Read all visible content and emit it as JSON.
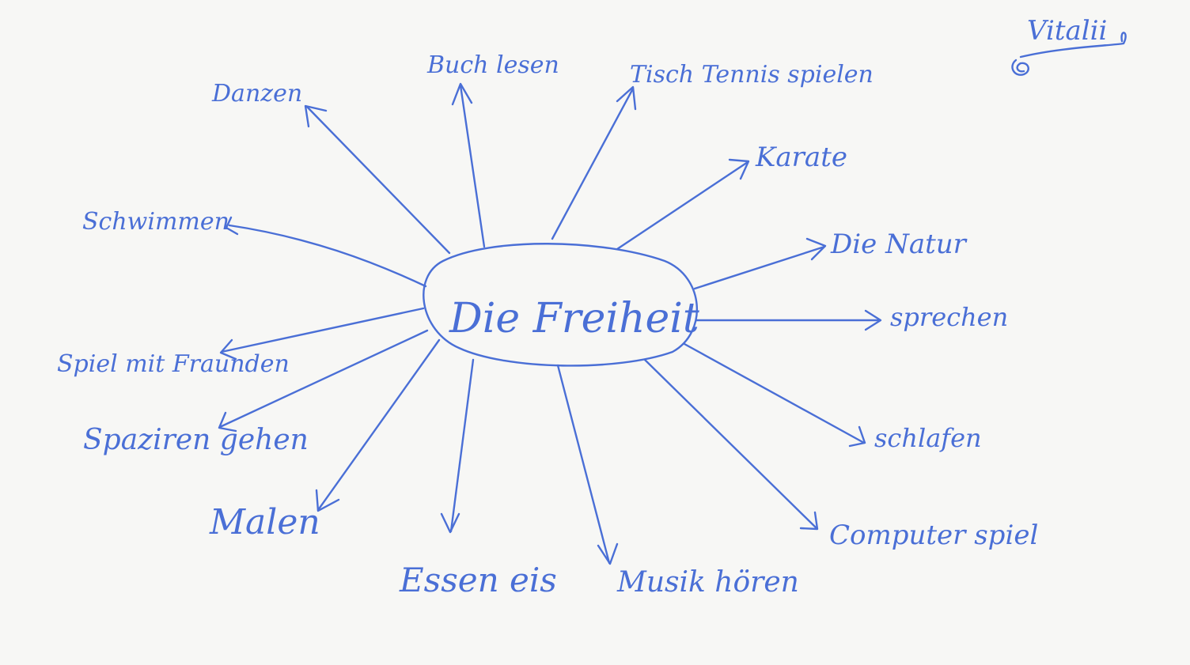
{
  "diagram": {
    "center_label": "Die Freiheit",
    "signature": "Vitalii",
    "ink_color": "#4a6fd6",
    "paper_color": "#f7f7f5",
    "branches": [
      {
        "id": "danzen",
        "label": "Danzen"
      },
      {
        "id": "buch-lesen",
        "label": "Buch lesen"
      },
      {
        "id": "tisch-tennis-spielen",
        "label": "Tisch Tennis spielen"
      },
      {
        "id": "karate",
        "label": "Karate"
      },
      {
        "id": "die-natur",
        "label": "Die Natur"
      },
      {
        "id": "sprechen",
        "label": "sprechen"
      },
      {
        "id": "schlafen",
        "label": "schlafen"
      },
      {
        "id": "computer-spiel",
        "label": "Computer spiel"
      },
      {
        "id": "musik-hoeren",
        "label": "Musik hören"
      },
      {
        "id": "essen-eis",
        "label": "Essen eis"
      },
      {
        "id": "malen",
        "label": "Malen"
      },
      {
        "id": "spaziren-gehen",
        "label": "Spaziren gehen"
      },
      {
        "id": "spiel-mit-freunden",
        "label": "Spiel mit Fraunden"
      },
      {
        "id": "schwimmen",
        "label": "Schwimmen"
      }
    ]
  }
}
